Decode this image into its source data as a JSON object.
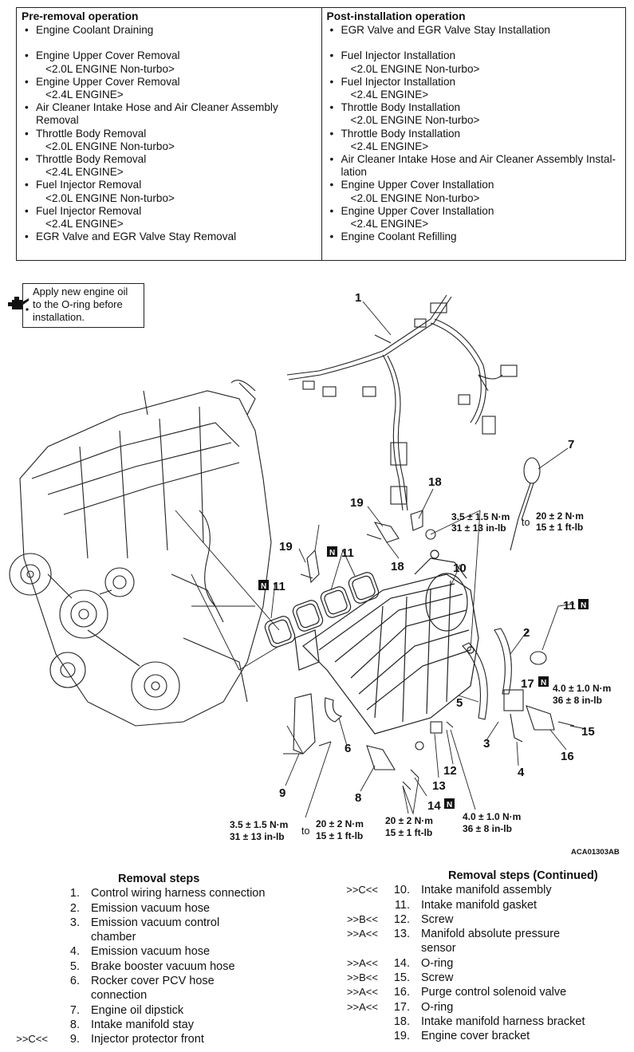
{
  "pre_removal": {
    "title": "Pre-removal operation",
    "items": [
      {
        "text": "Engine Coolant Draining",
        "sub": ""
      },
      {
        "text": "Engine Upper Cover Removal",
        "sub": "<2.0L ENGINE Non-turbo>"
      },
      {
        "text": "Engine Upper Cover Removal",
        "sub": "<2.4L ENGINE>"
      },
      {
        "text": "Air Cleaner Intake Hose and Air Cleaner Assembly",
        "sub": "Removal"
      },
      {
        "text": "Throttle Body Removal",
        "sub": "<2.0L ENGINE Non-turbo>"
      },
      {
        "text": "Throttle Body Removal",
        "sub": "<2.4L ENGINE>"
      },
      {
        "text": "Fuel Injector Removal",
        "sub": "<2.0L ENGINE Non-turbo>"
      },
      {
        "text": "Fuel Injector Removal",
        "sub": "<2.4L ENGINE>"
      },
      {
        "text": "EGR Valve and EGR Valve Stay Removal",
        "sub": ""
      }
    ]
  },
  "post_installation": {
    "title": "Post-installation operation",
    "items": [
      {
        "text": "EGR Valve and EGR Valve Stay Installation",
        "sub": ""
      },
      {
        "text": "Fuel Injector Installation",
        "sub": "<2.0L ENGINE Non-turbo>"
      },
      {
        "text": "Fuel Injector Installation",
        "sub": "<2.4L ENGINE>"
      },
      {
        "text": "Throttle Body Installation",
        "sub": "<2.0L ENGINE Non-turbo>"
      },
      {
        "text": "Throttle Body Installation",
        "sub": "<2.4L ENGINE>"
      },
      {
        "text": "Air Cleaner Intake Hose and Air Cleaner Assembly Instal-",
        "sub": "lation"
      },
      {
        "text": "Engine Upper Cover Installation",
        "sub": "<2.0L ENGINE Non-turbo>"
      },
      {
        "text": "Engine Upper Cover Installation",
        "sub": "<2.4L ENGINE>"
      },
      {
        "text": "Engine Coolant Refilling",
        "sub": ""
      }
    ]
  },
  "note": {
    "line1": "Apply new engine oil",
    "line2": "to the O-ring before",
    "line3": "installation."
  },
  "diagram": {
    "code": "ACA01303AB",
    "marker_n": "N",
    "to": "to",
    "torque_a1": "3.5 ± 1.5 N·m",
    "torque_a2": "31 ± 13 in-lb",
    "torque_b1": "20 ± 2 N·m",
    "torque_b2": "15 ± 1 ft-lb",
    "torque_c1": "4.0 ± 1.0 N·m",
    "torque_c2": "36 ± 8 in-lb",
    "torque_d1": "3.5 ± 1.5 N·m",
    "torque_d2": "31 ± 13 in-lb",
    "torque_e1": "20 ± 2 N·m",
    "torque_e2": "15 ± 1 ft-lb",
    "torque_f1": "20 ± 2 N·m",
    "torque_f2": "15 ± 1 ft-lb",
    "torque_g1": "4.0 ± 1.0 N·m",
    "torque_g2": "36 ± 8 in-lb",
    "labels": [
      "1",
      "2",
      "3",
      "4",
      "5",
      "6",
      "7",
      "8",
      "9",
      "10",
      "11",
      "11",
      "11",
      "12",
      "13",
      "14",
      "15",
      "16",
      "17",
      "18",
      "18",
      "19",
      "19"
    ]
  },
  "steps_left": {
    "title": "Removal steps",
    "rows": [
      {
        "code": "",
        "num": "1.",
        "text": "Control wiring harness connection"
      },
      {
        "code": "",
        "num": "2.",
        "text": "Emission vacuum hose"
      },
      {
        "code": "",
        "num": "3.",
        "text": "Emission vacuum control"
      },
      {
        "code": "",
        "num": "",
        "text": "chamber"
      },
      {
        "code": "",
        "num": "4.",
        "text": "Emission vacuum hose"
      },
      {
        "code": "",
        "num": "5.",
        "text": "Brake booster vacuum hose"
      },
      {
        "code": "",
        "num": "6.",
        "text": "Rocker cover PCV hose"
      },
      {
        "code": "",
        "num": "",
        "text": "connection"
      },
      {
        "code": "",
        "num": "7.",
        "text": "Engine oil dipstick"
      },
      {
        "code": "",
        "num": "8.",
        "text": "Intake manifold stay"
      },
      {
        "code": ">>C<<",
        "num": "9.",
        "text": "Injector protector front"
      }
    ]
  },
  "steps_right": {
    "title": "Removal steps (Continued)",
    "rows": [
      {
        "code": ">>C<<",
        "num": "10.",
        "text": "Intake manifold assembly"
      },
      {
        "code": "",
        "num": "11.",
        "text": "Intake manifold gasket"
      },
      {
        "code": ">>B<<",
        "num": "12.",
        "text": "Screw"
      },
      {
        "code": ">>A<<",
        "num": "13.",
        "text": "Manifold absolute pressure"
      },
      {
        "code": "",
        "num": "",
        "text": "sensor"
      },
      {
        "code": ">>A<<",
        "num": "14.",
        "text": "O-ring"
      },
      {
        "code": ">>B<<",
        "num": "15.",
        "text": "Screw"
      },
      {
        "code": ">>A<<",
        "num": "16.",
        "text": "Purge control solenoid valve"
      },
      {
        "code": ">>A<<",
        "num": "17.",
        "text": "O-ring"
      },
      {
        "code": "",
        "num": "18.",
        "text": "Intake manifold harness bracket"
      },
      {
        "code": "",
        "num": "19.",
        "text": "Engine cover bracket"
      }
    ]
  }
}
